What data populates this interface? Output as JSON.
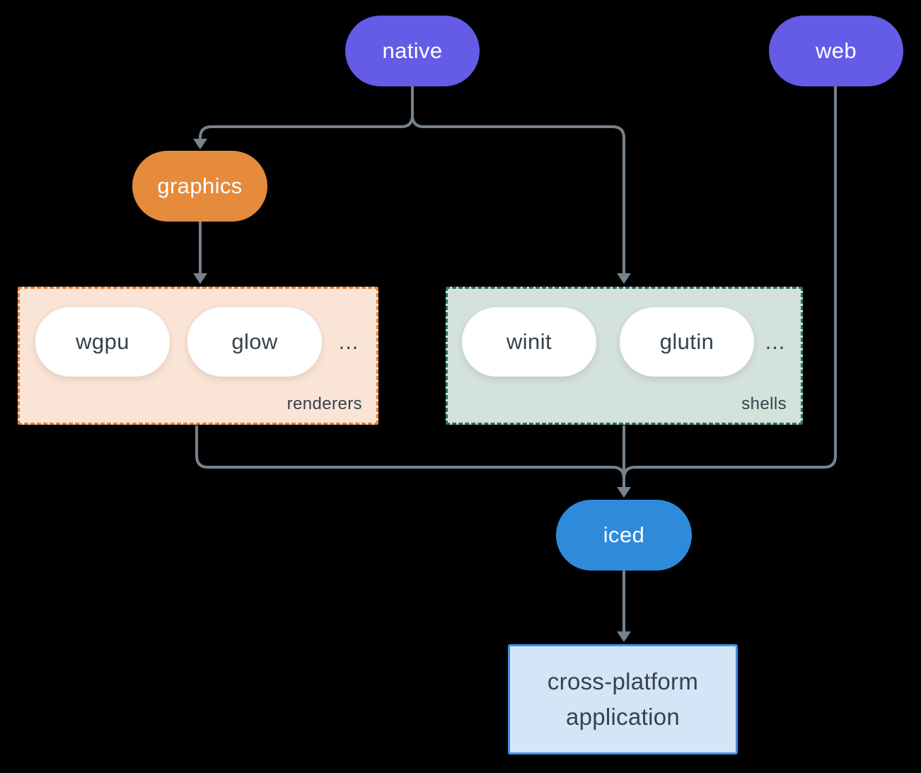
{
  "colors": {
    "background": "#000000",
    "purple": "#645BE6",
    "orange": "#E68A3C",
    "blue": "#2E8BDB",
    "renderers-fill": "#FAE4D5",
    "renderers-border": "#E2823A",
    "shells-fill": "#D3E2DA",
    "shells-border": "#2E6E5E",
    "app-fill": "#D4E5F7",
    "app-border": "#3E8EDE",
    "line": "#76828E",
    "text-dark": "#35434D",
    "text-light": "#FFFFFF"
  },
  "nodes": {
    "native": "native",
    "web": "web",
    "graphics": "graphics",
    "iced": "iced",
    "renderers": {
      "label": "renderers",
      "items": [
        "wgpu",
        "glow"
      ],
      "more": "..."
    },
    "shells": {
      "label": "shells",
      "items": [
        "winit",
        "glutin"
      ],
      "more": "..."
    },
    "application": {
      "line1": "cross-platform",
      "line2": "application"
    }
  }
}
